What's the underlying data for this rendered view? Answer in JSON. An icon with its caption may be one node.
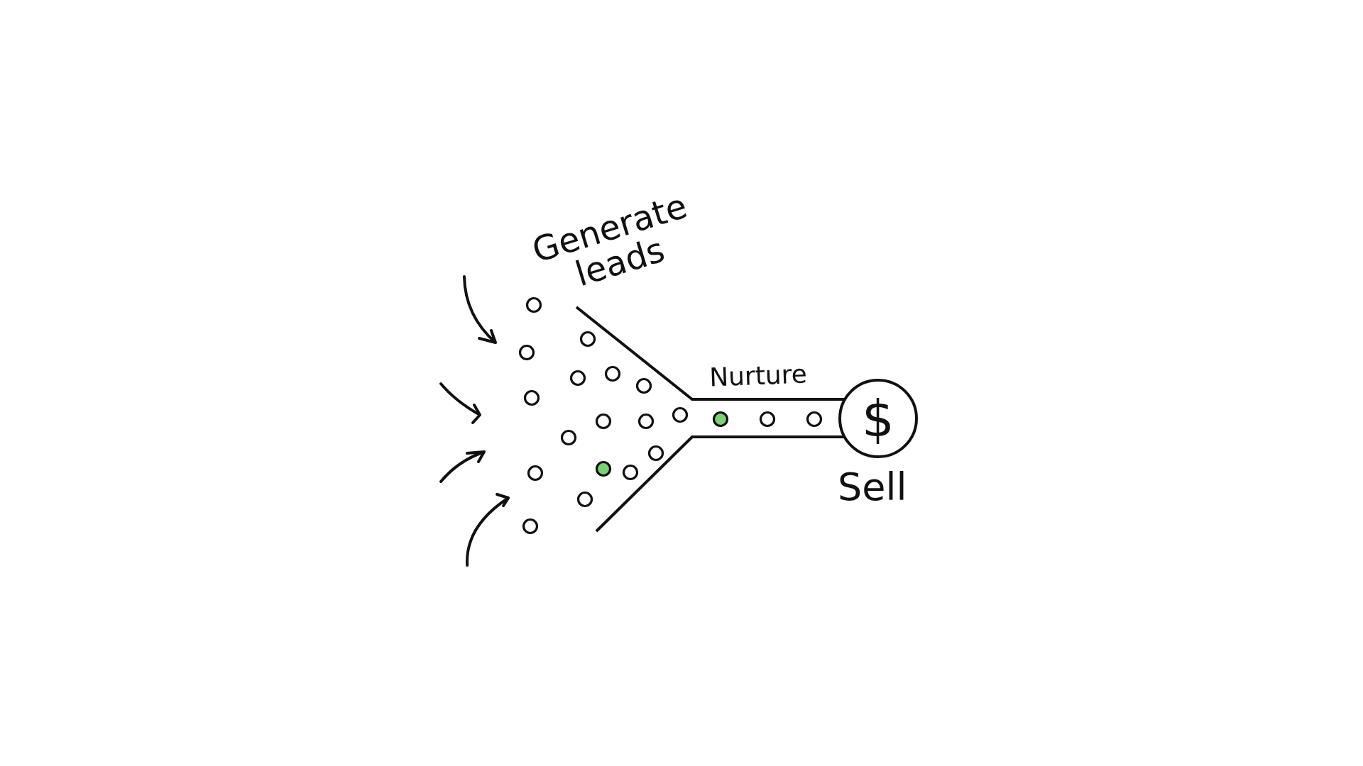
{
  "diagram": {
    "nodes": [
      {
        "text": [
          "$"
        ],
        "beside": [
          "Sell"
        ]
      }
    ],
    "labels": [
      "Generate leads",
      "Nurture"
    ]
  }
}
